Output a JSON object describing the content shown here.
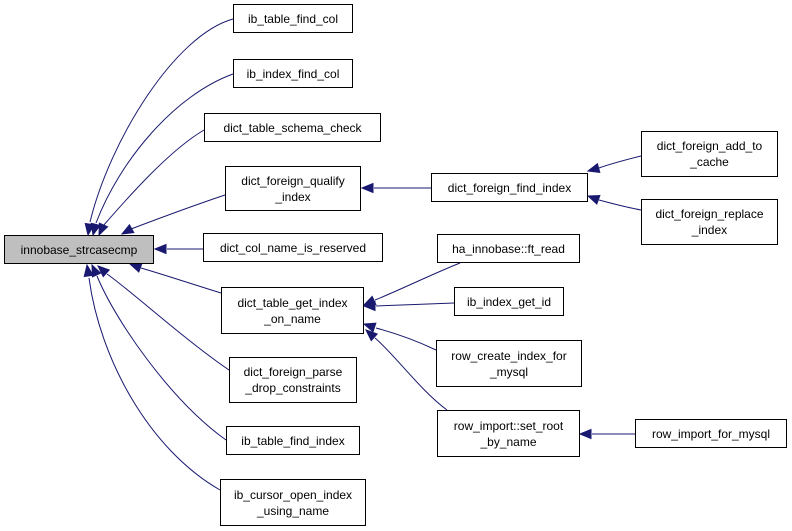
{
  "nodes": {
    "innobase_strcasecmp": "innobase_strcasecmp",
    "ib_table_find_col": "ib_table_find_col",
    "ib_index_find_col": "ib_index_find_col",
    "dict_table_schema_check": "dict_table_schema_check",
    "dict_foreign_qualify_index": "dict_foreign_qualify\n_index",
    "dict_col_name_is_reserved": "dict_col_name_is_reserved",
    "dict_table_get_index_on_name": "dict_table_get_index\n_on_name",
    "dict_foreign_parse_drop_constraints": "dict_foreign_parse\n_drop_constraints",
    "ib_table_find_index": "ib_table_find_index",
    "ib_cursor_open_index_using_name": "ib_cursor_open_index\n_using_name",
    "dict_foreign_find_index": "dict_foreign_find_index",
    "dict_foreign_add_to_cache": "dict_foreign_add_to\n_cache",
    "dict_foreign_replace_index": "dict_foreign_replace\n_index",
    "ha_innobase_ft_read": "ha_innobase::ft_read",
    "ib_index_get_id": "ib_index_get_id",
    "row_create_index_for_mysql": "row_create_index_for\n_mysql",
    "row_import_set_root_by_name": "row_import::set_root\n_by_name",
    "row_import_for_mysql": "row_import_for_mysql"
  },
  "colors": {
    "edge": "#191970",
    "root_fill": "#bfbfbf",
    "node_border": "#000000"
  }
}
